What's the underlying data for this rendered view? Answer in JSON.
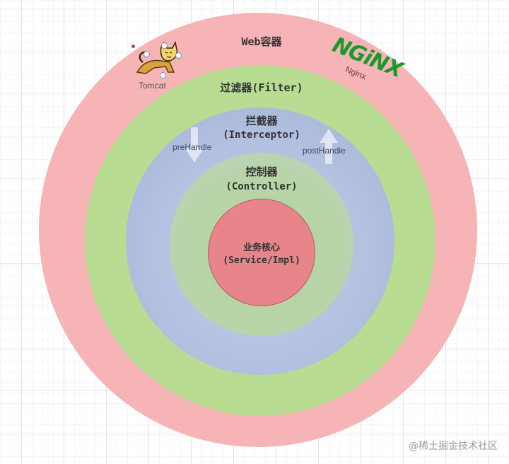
{
  "diagram": {
    "title": "Web容器",
    "layers": [
      {
        "id": "web",
        "label": "Web容器",
        "sub": "",
        "color": "#f6b4b6"
      },
      {
        "id": "filter",
        "label": "过滤器(Filter)",
        "sub": "",
        "color": "#b7dc92"
      },
      {
        "id": "interceptor",
        "label": "拦截器",
        "sub": "(Interceptor)",
        "color": "#b2bfdf"
      },
      {
        "id": "controller",
        "label": "控制器",
        "sub": "(Controller)",
        "color": "#b8d5a8"
      },
      {
        "id": "core",
        "label": "业务核心",
        "sub": "(Service/Impl)",
        "color": "#e7858b"
      }
    ],
    "arrows": {
      "pre": {
        "label": "preHandle",
        "direction": "down"
      },
      "post": {
        "label": "postHandle",
        "direction": "up"
      }
    },
    "logos": {
      "tomcat": {
        "label": "Tomcat",
        "icon": "tomcat-cat-icon"
      },
      "nginx": {
        "wordmark": "NGiNX",
        "label": "Nginx",
        "color": "#1a9a2a"
      }
    }
  },
  "watermark": "@稀土掘金技术社区"
}
